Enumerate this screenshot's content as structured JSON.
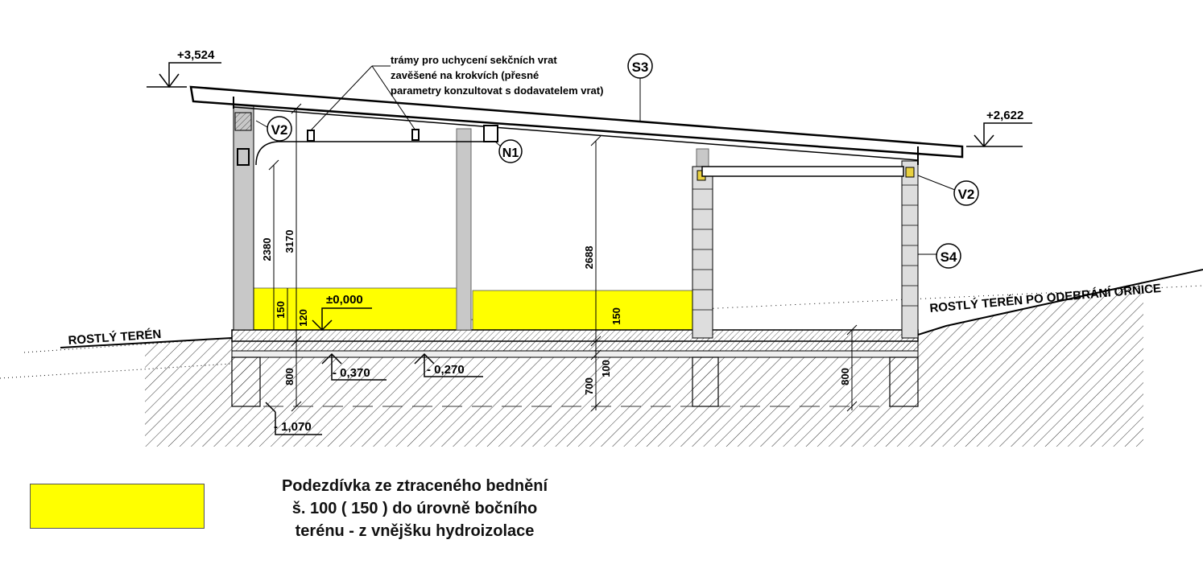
{
  "elevations": {
    "roof_high": "+3,524",
    "roof_low": "+2,622",
    "floor": "±0,000",
    "footing_bottom": "- 1,070",
    "gravel_bottom": "- 0,370",
    "slab_bottom": "- 0,270"
  },
  "note": {
    "line1": "trámy pro uchycení sekčních vrat",
    "line2": "zavěšené na krokvích (přesné",
    "line3": "parametry konzultovat s dodavatelem vrat)"
  },
  "tags": {
    "s3": "S3",
    "s4": "S4",
    "v2_left": "V2",
    "v2_right": "V2",
    "n1": "N1"
  },
  "terrain": {
    "left": "ROSTLÝ TERÉN",
    "right": "ROSTLÝ TERÉN PO ODEBRÁNÍ ORNICE"
  },
  "dimensions": {
    "d3170": "3170",
    "d2380": "2380",
    "d2688": "2688",
    "d150a": "150",
    "d120": "120",
    "d150b": "150",
    "d800a": "800",
    "d700": "700",
    "d100": "100",
    "d800b": "800"
  },
  "legend": {
    "color": "#ffff00",
    "line1": "Podezdívka ze ztraceného bednění",
    "line2": "š. 100 ( 150 ) do úrovně bočního",
    "line3": "terénu - z vnějšku hydroizolace"
  }
}
